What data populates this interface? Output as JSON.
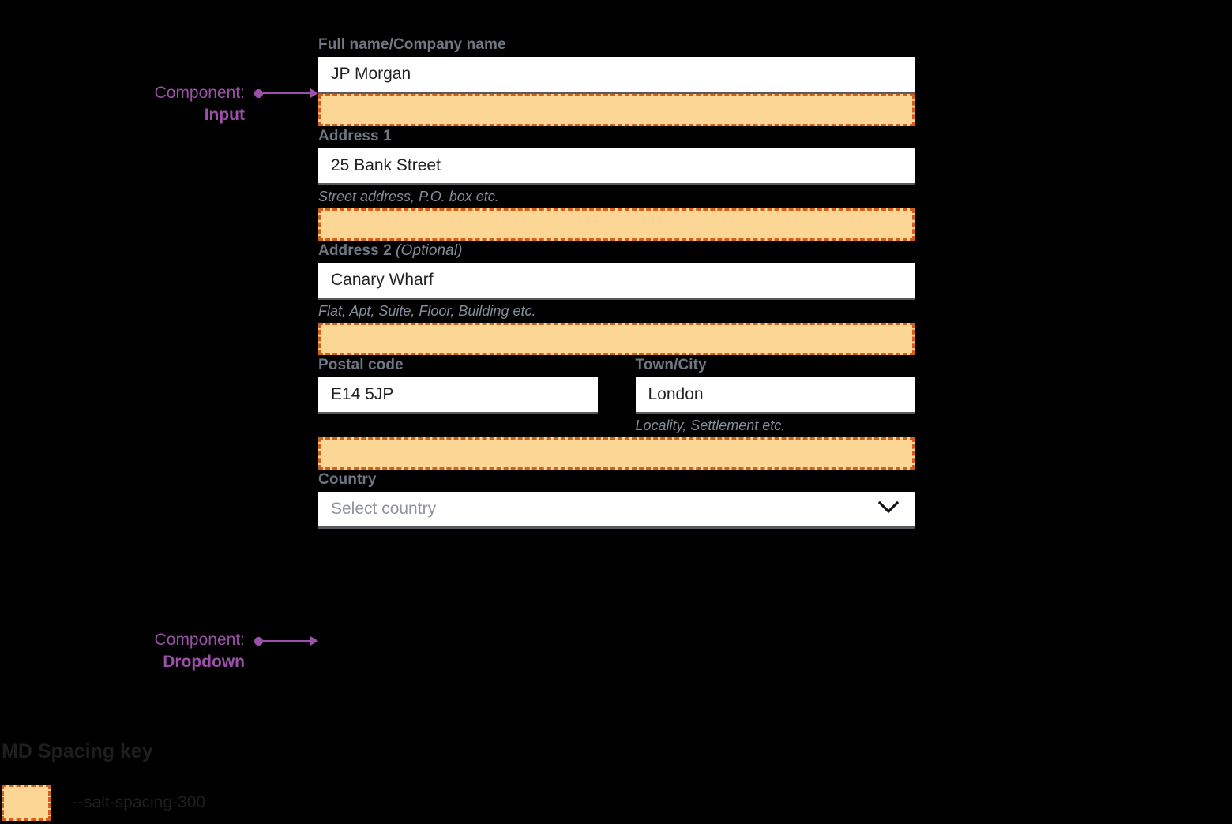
{
  "annotations": [
    {
      "label": "Component:",
      "value": "Input",
      "icon": "arrow-right-icon"
    },
    {
      "label": "Component:",
      "value": "Dropdown",
      "icon": "arrow-right-icon"
    }
  ],
  "form": {
    "fields": [
      {
        "id": "full-name",
        "label": "Full name/Company name",
        "optional_suffix": "",
        "value": "JP Morgan",
        "placeholder": "",
        "helper": "",
        "type": "input"
      },
      {
        "id": "address-1",
        "label": "Address 1",
        "optional_suffix": "",
        "value": "25 Bank Street",
        "placeholder": "",
        "helper": "Street address, P.O. box etc.",
        "type": "input"
      },
      {
        "id": "address-2",
        "label": "Address 2",
        "optional_suffix": "(Optional)",
        "value": "Canary Wharf",
        "placeholder": "",
        "helper": "Flat, Apt, Suite, Floor, Building etc.",
        "type": "input"
      },
      {
        "id": "postal-code",
        "label": "Postal code",
        "optional_suffix": "",
        "value": "E14 5JP",
        "placeholder": "",
        "helper": "",
        "type": "input"
      },
      {
        "id": "town-city",
        "label": "Town/City",
        "optional_suffix": "",
        "value": "London",
        "placeholder": "",
        "helper": "Locality, Settlement etc.",
        "type": "input"
      },
      {
        "id": "country",
        "label": "Country",
        "optional_suffix": "",
        "value": "",
        "placeholder": "Select country",
        "helper": "",
        "type": "dropdown"
      }
    ]
  },
  "spacing_key": {
    "title": "MD Spacing key",
    "tokens": [
      {
        "name": "--salt-spacing-300",
        "fill": "#FCD694",
        "border": "#D2601A"
      }
    ]
  },
  "colors": {
    "background": "#000000",
    "annotation": "#9B51A8",
    "label": "#6F7784",
    "helper": "#858D99",
    "input_bg": "#FFFFFF",
    "input_underline": "#575A5E",
    "spacing_fill": "#FCD694",
    "spacing_border": "#D2601A"
  }
}
